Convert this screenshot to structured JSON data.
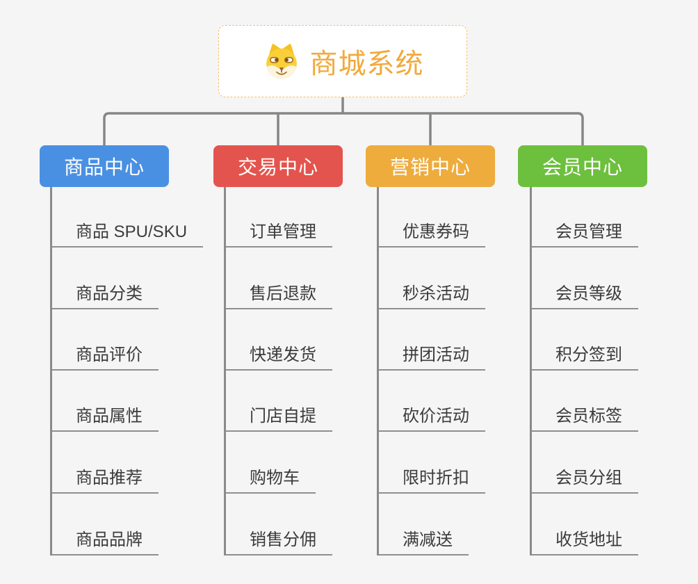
{
  "root": {
    "label": "商城系统",
    "icon": "dog-face-icon",
    "accent_color": "#f2a93c",
    "border_color": "#f6c06a"
  },
  "branches": [
    {
      "label": "商品中心",
      "color": "#4a90e2",
      "children": [
        "商品 SPU/SKU",
        "商品分类",
        "商品评价",
        "商品属性",
        "商品推荐",
        "商品品牌"
      ]
    },
    {
      "label": "交易中心",
      "color": "#e4544e",
      "children": [
        "订单管理",
        "售后退款",
        "快递发货",
        "门店自提",
        "购物车",
        "销售分佣"
      ]
    },
    {
      "label": "营销中心",
      "color": "#eeac3d",
      "children": [
        "优惠券码",
        "秒杀活动",
        "拼团活动",
        "砍价活动",
        "限时折扣",
        "满减送"
      ]
    },
    {
      "label": "会员中心",
      "color": "#6dc03e",
      "children": [
        "会员管理",
        "会员等级",
        "积分签到",
        "会员标签",
        "会员分组",
        "收货地址"
      ]
    }
  ],
  "colors": {
    "background": "#f5f5f5",
    "connector": "#868686",
    "trunk": "#8a8a8a",
    "leaf_underline": "#8f8f8f",
    "leaf_text": "#3b3b3b",
    "header_text": "#ffffff"
  }
}
